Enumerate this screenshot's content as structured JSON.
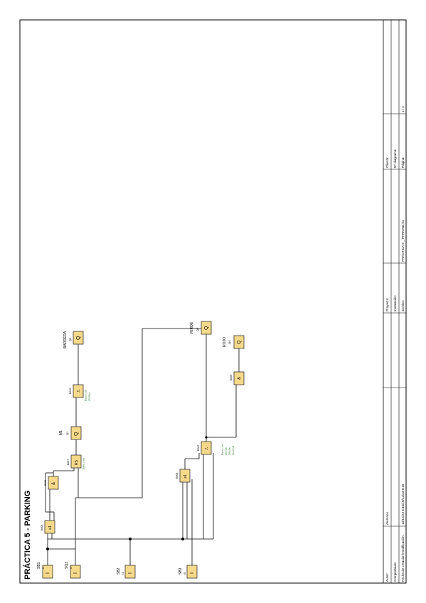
{
  "title": "PRÁCTICA 5 - PARKING",
  "colors": {
    "block_fill": "#f6d98a",
    "block_stroke": "#333333",
    "param_text": "#2e7d32",
    "wire": "#000000"
  },
  "inputs": [
    {
      "id": "in1",
      "label": "SB1",
      "sub": "I1",
      "symbol": "I"
    },
    {
      "id": "in2",
      "label": "SQ3",
      "sub": "I2",
      "symbol": "I"
    },
    {
      "id": "in3",
      "label": "SB2",
      "sub": "I4",
      "symbol": "I"
    },
    {
      "id": "in4",
      "label": "SB3",
      "sub": "I5",
      "symbol": "I"
    }
  ],
  "blocks": {
    "or1": {
      "code": "B006",
      "symbol": "≥1"
    },
    "and1": {
      "code": "B003",
      "symbol": "&"
    },
    "rs1": {
      "code": "B007",
      "symbol": "RS",
      "param": "Rem = off"
    },
    "timer1": {
      "code": "B010",
      "symbol": "⎍",
      "param1": "Rem = off",
      "param2": "05:00s+"
    },
    "or2": {
      "code": "B008",
      "symbol": "≥1"
    },
    "timer2": {
      "code": "B007",
      "symbol": "⎍",
      "param1": "Rem = on",
      "param2": "On=0s",
      "param3": "Off=0s",
      "param4": "Sc:wr=0"
    },
    "and2": {
      "code": "B005",
      "symbol": "&"
    }
  },
  "outputs": [
    {
      "id": "m1",
      "label": "M1",
      "sub": "Q1",
      "symbol": "Q"
    },
    {
      "id": "barrera",
      "label": "BARRERA",
      "sub": "Q5",
      "symbol": "Q"
    },
    {
      "id": "verde",
      "label": "VERDE",
      "sub": "Q3",
      "symbol": "Q"
    },
    {
      "id": "rojo",
      "label": "ROJO",
      "sub": "Q4",
      "symbol": "Q"
    }
  ],
  "titleblock": {
    "autor": "Autor:",
    "alumnos": "Alumnos",
    "comprobado": "Comprobado:",
    "fecha_label": "Fecha de creación/modificación:",
    "fecha_value": "13/12/23 8:40/19/12/23 8:16",
    "proyecto": "Proyecto:",
    "instalacion": "Instalación:",
    "archivo_label": "archivo:",
    "archivo_value": "PRÁCTICA 5 _ PARKING.lsc",
    "cliente": "Cliente:",
    "diagrama": "Nº diagrama:",
    "pagina_label": "Página:",
    "pagina_value": "1 / 2"
  }
}
